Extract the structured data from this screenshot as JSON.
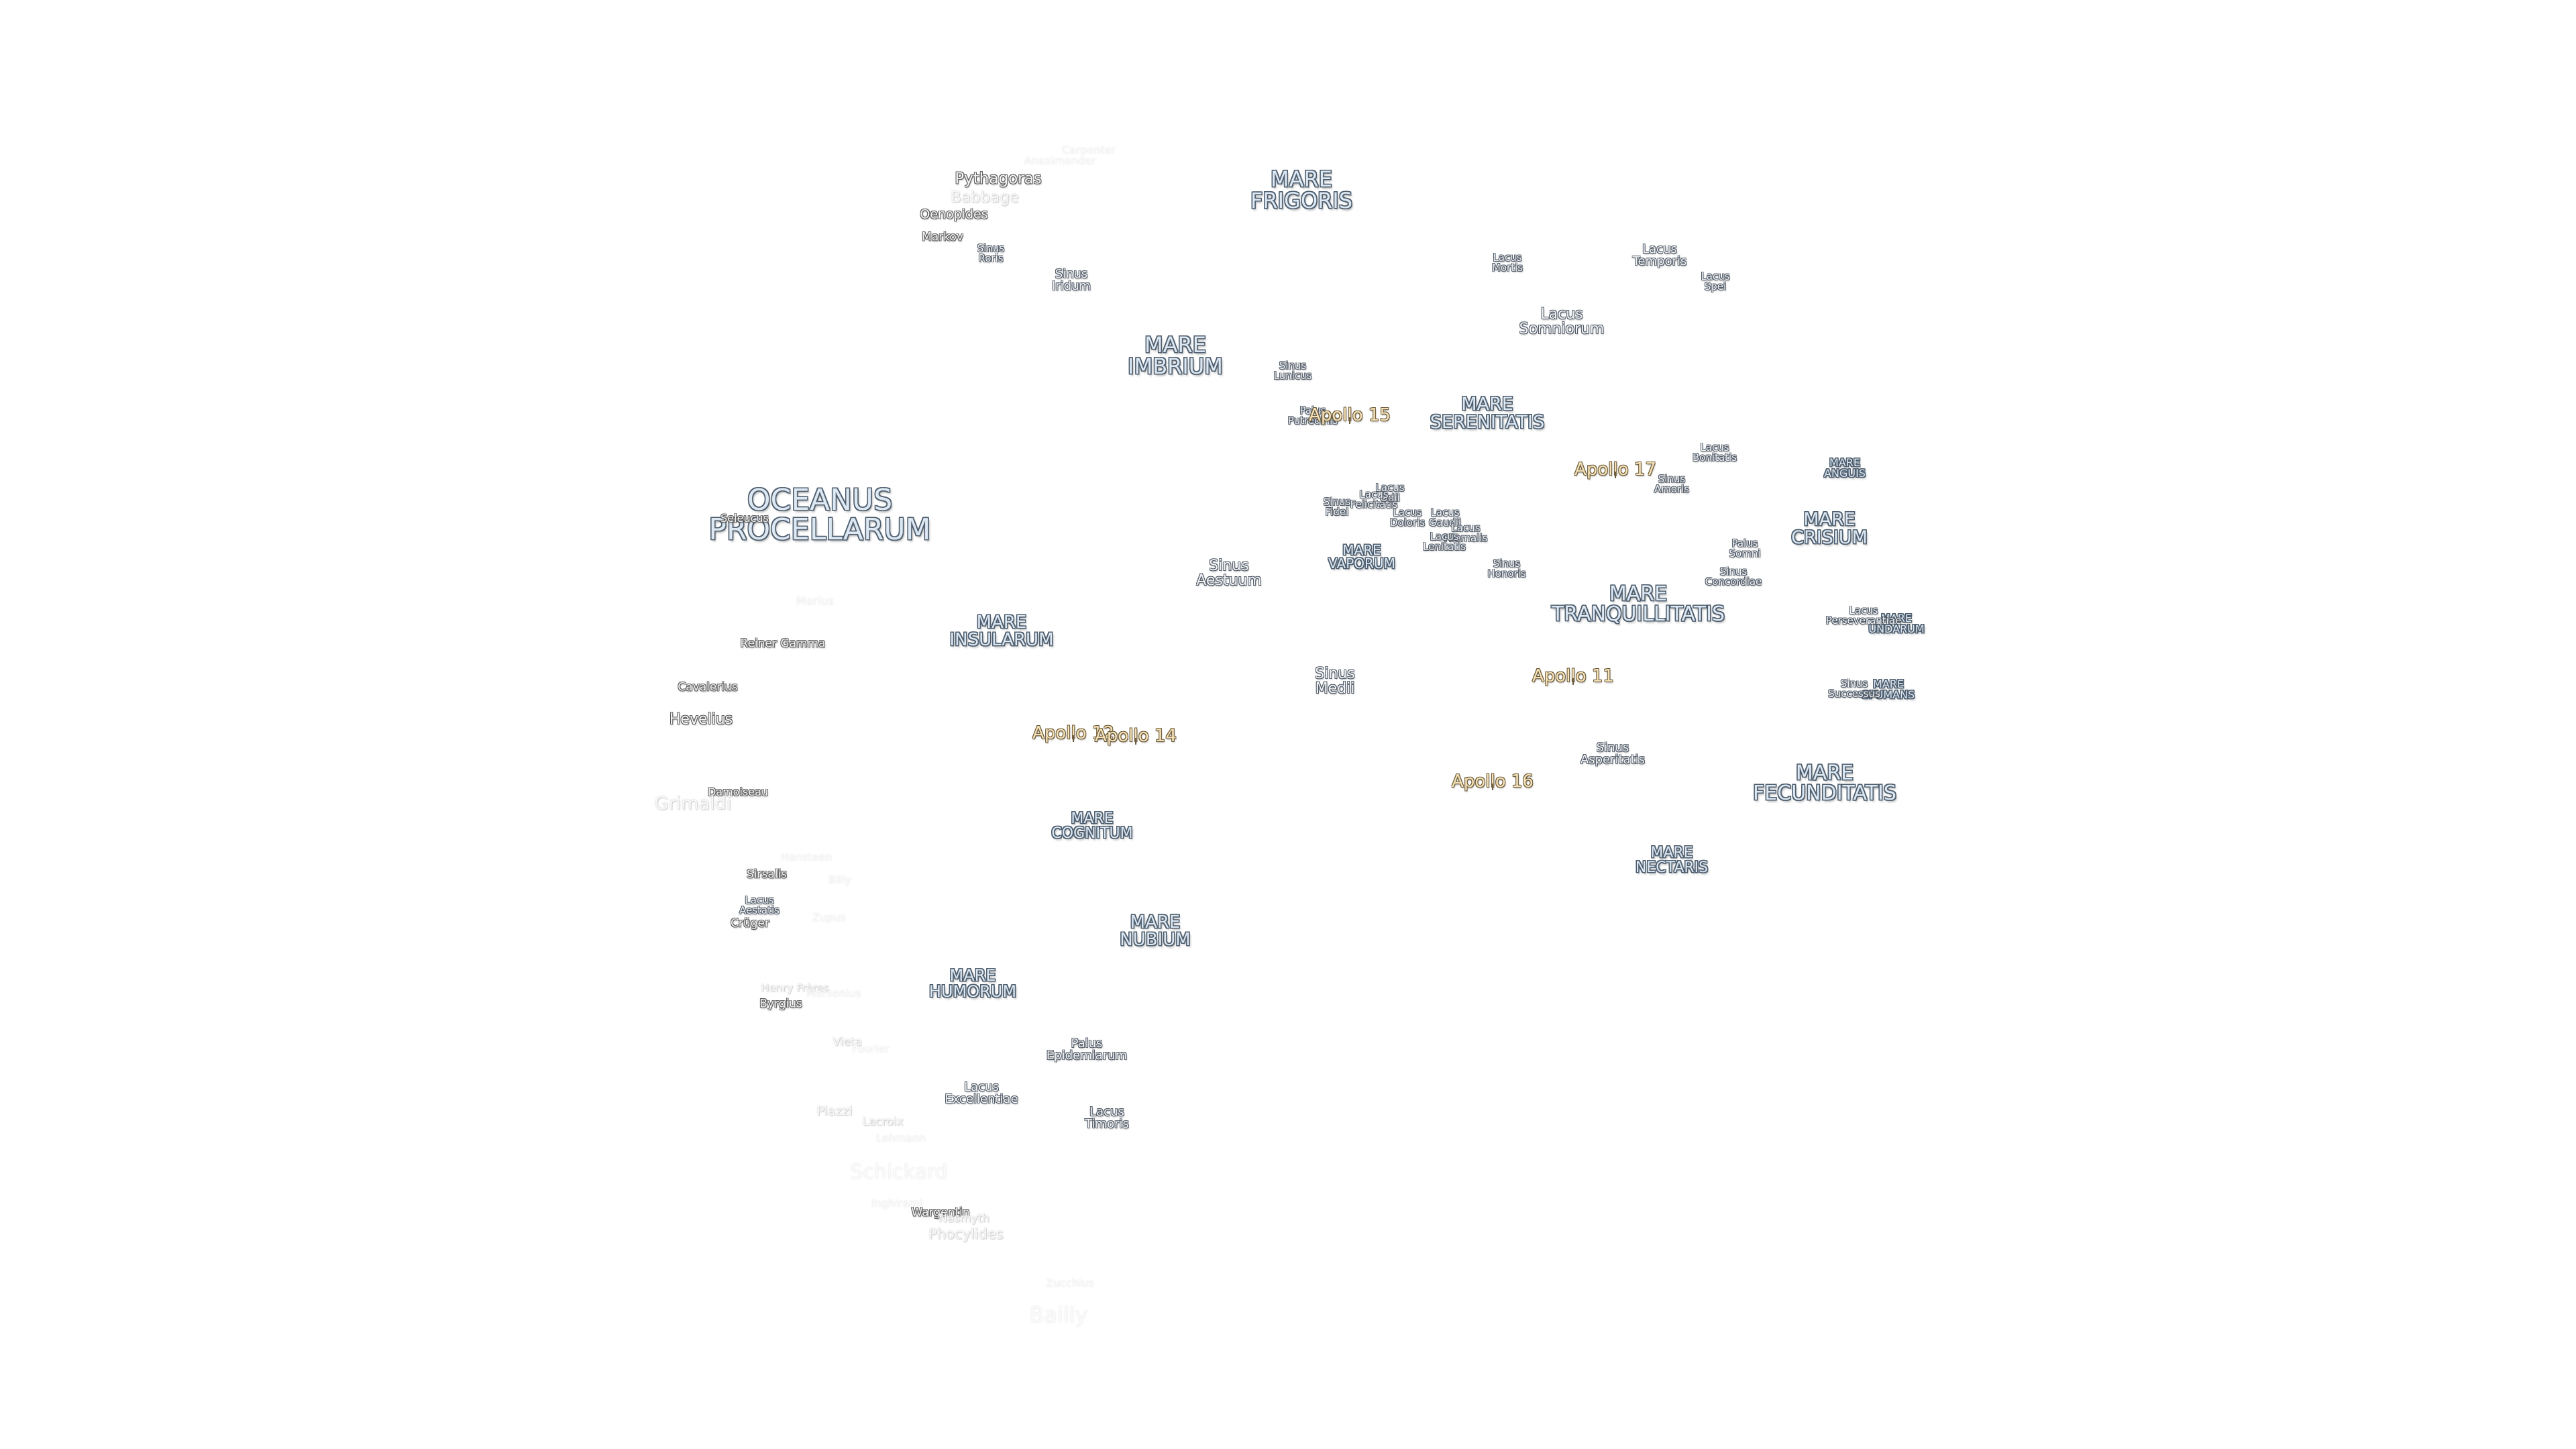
{
  "labels": {
    "oceanus_procellarum": "OCEANUS\nPROCELLARUM",
    "mare_frigoris": "MARE\nFRIGORIS",
    "mare_imbrium": "MARE\nIMBRIUM",
    "mare_serenitatis": "MARE\nSERENITATIS",
    "mare_tranquillitatis": "MARE\nTRANQUILLITATIS",
    "mare_crisium": "MARE\nCRISIUM",
    "mare_fecunditatis": "MARE\nFECUNDITATIS",
    "mare_nectaris": "MARE\nNECTARIS",
    "mare_insularum": "MARE\nINSULARUM",
    "mare_cognitum": "MARE\nCOGNITUM",
    "mare_nubium": "MARE\nNUBIUM",
    "mare_humorum": "MARE\nHUMORUM",
    "mare_vaporum": "MARE\nVAPORUM",
    "mare_anguis": "MARE\nANGUIS",
    "mare_undarum": "MARE\nUNDARUM",
    "mare_spumans": "MARE\nSPUMANS",
    "sinus_iridum": "Sinus\nIridum",
    "sinus_roris": "Sinus\nRoris",
    "sinus_lunicus": "Sinus\nLunicus",
    "sinus_aestuum": "Sinus\nAestuum",
    "sinus_medii": "Sinus\nMedii",
    "sinus_fidei": "Sinus\nFidei",
    "sinus_honoris": "Sinus\nHonoris",
    "sinus_amoris": "Sinus\nAmoris",
    "sinus_concordiae": "Sinus\nConcordiae",
    "sinus_asperitatis": "Sinus\nAsperitatis",
    "sinus_successus": "Sinus\nSuccessus",
    "lacus_mortis": "Lacus\nMortis",
    "lacus_temporis": "Lacus\nTemporis",
    "lacus_spei": "Lacus\nSpei",
    "lacus_somniorum": "Lacus\nSomniorum",
    "lacus_bonitatis": "Lacus\nBonitatis",
    "lacus_doloris": "Lacus\nDoloris",
    "lacus_odii": "Lacus\nOdii",
    "lacus_felicitatis": "Lacus\nFelicitatis",
    "lacus_gaudii": "Lacus\nGaudii",
    "lacus_hiemalis": "Lacus\nHiemalis",
    "lacus_lenitatis": "Lacus\nLenitatis",
    "lacus_perseverantiae": "Lacus\nPerseverantiae",
    "lacus_aestatis": "Lacus\nAestatis",
    "lacus_excellentiae": "Lacus\nExcellentiae",
    "lacus_timoris": "Lacus\nTimoris",
    "palus_putredinis": "Palus\nPutredinis",
    "palus_somni": "Palus\nSomni",
    "palus_epidemiarum": "Palus\nEpidemiarum",
    "apollo_11": "Apollo 11",
    "apollo_12": "Apollo 12",
    "apollo_14": "Apollo 14",
    "apollo_15": "Apollo 15",
    "apollo_16": "Apollo 16",
    "apollo_17": "Apollo 17",
    "pythagoras": "Pythagoras",
    "babbage": "Babbage",
    "carpenter": "Carpenter",
    "anaximander": "Anaximander",
    "oenopides": "Oenopides",
    "markov": "Markov",
    "seleucus": "Seleucus",
    "marius": "Marius",
    "reiner_gamma": "Reiner Gamma",
    "cavalerius": "Cavalerius",
    "hevelius": "Hevelius",
    "damoiseau": "Damoiseau",
    "grimaldi": "Grimaldi",
    "hansteen": "Hansteen",
    "sirsalis": "Sirsalis",
    "billy": "Billy",
    "zupus": "Zupus",
    "cruger": "Crüger",
    "henry_freres": "Henry Frères",
    "mersenius": "Mersenius",
    "byrgius": "Byrgius",
    "vieta": "Vieta",
    "fourier": "Fourier",
    "piazzi": "Piazzi",
    "lacroix": "Lacroix",
    "lehmann": "Lehmann",
    "schickard": "Schickard",
    "inghirami": "Inghirami",
    "wargentin": "Wargentin",
    "nasmyth": "Nasmyth",
    "phocylides": "Phocylides",
    "zucchius": "Zucchius",
    "bailly": "Bailly"
  }
}
